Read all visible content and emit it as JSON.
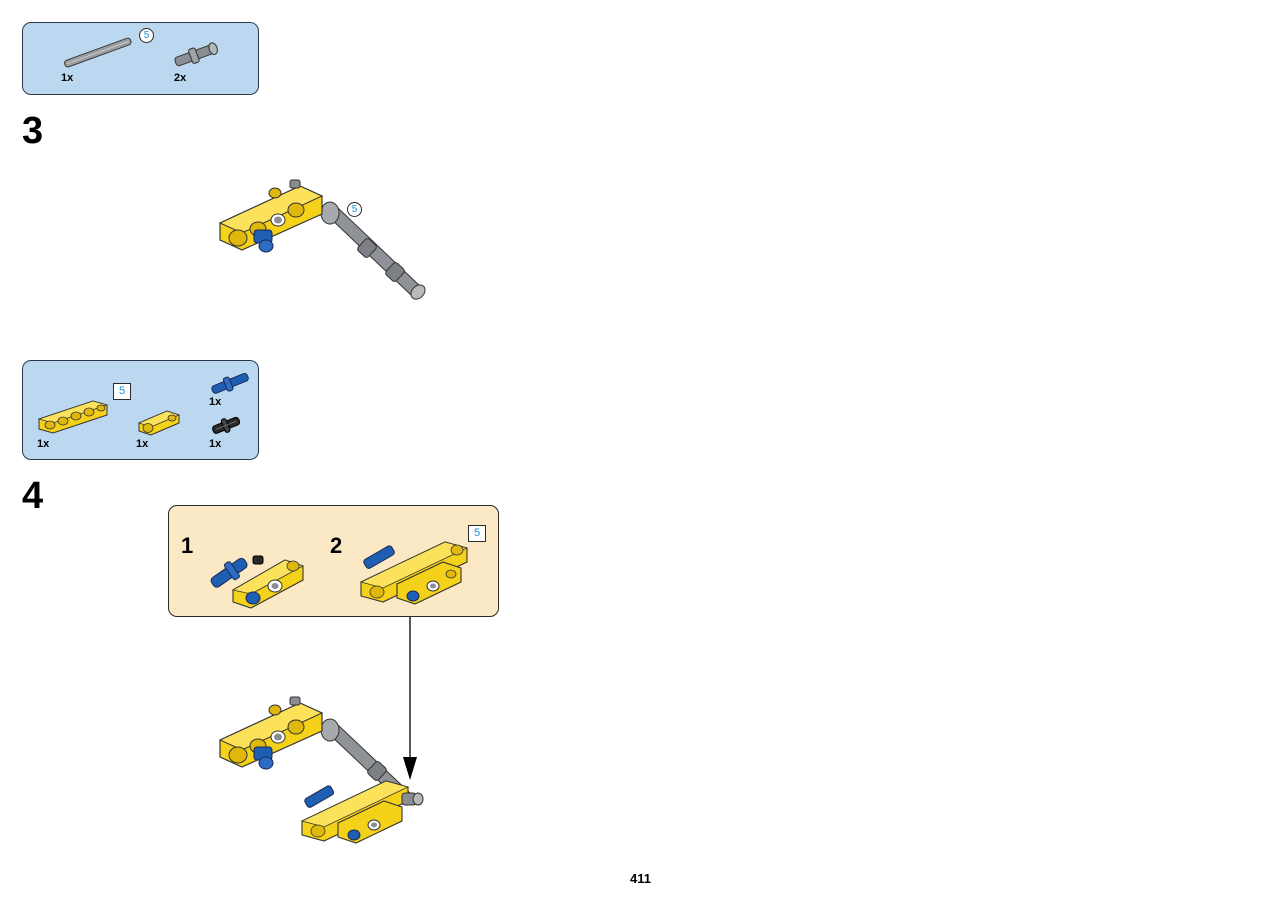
{
  "parts_list_1": {
    "length_marker": "5",
    "parts": [
      {
        "name": "axle",
        "qty": "1x"
      },
      {
        "name": "connector-pin",
        "qty": "2x"
      }
    ]
  },
  "step_3": {
    "number": "3",
    "length_callout": "5"
  },
  "parts_list_2": {
    "length_marker": "5",
    "parts": [
      {
        "name": "yellow-beam",
        "qty": "1x"
      },
      {
        "name": "yellow-cross-block",
        "qty": "1x"
      },
      {
        "name": "blue-pin",
        "qty": "1x"
      },
      {
        "name": "black-pin",
        "qty": "1x"
      }
    ]
  },
  "step_4": {
    "number": "4",
    "sub_assembly": {
      "steps": [
        {
          "number": "1"
        },
        {
          "number": "2",
          "length_marker": "5"
        }
      ]
    }
  },
  "page": {
    "number": "411"
  },
  "colors": {
    "parts_box_bg": "#bcd8f0",
    "sub_box_bg": "#fbe9c6",
    "yellow": "#f5d21a",
    "blue": "#1f5fb3",
    "gray": "#8a8d91"
  }
}
